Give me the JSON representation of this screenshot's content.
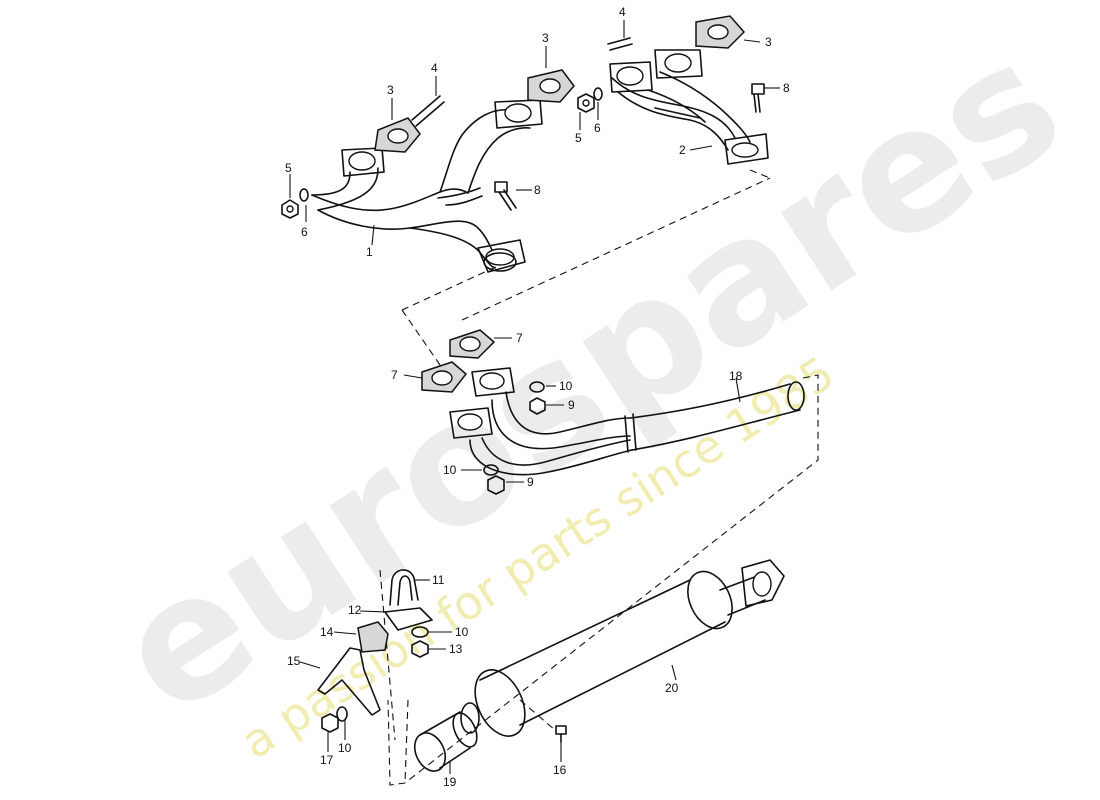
{
  "watermark": {
    "brand": "eurospares",
    "tagline": "a passion for parts since 1985"
  },
  "callouts": {
    "c1": "1",
    "c2": "2",
    "c3a": "3",
    "c3b": "3",
    "c3c": "3",
    "c4a": "4",
    "c4b": "4",
    "c5a": "5",
    "c5b": "5",
    "c6a": "6",
    "c6b": "6",
    "c7a": "7",
    "c7b": "7",
    "c8a": "8",
    "c8b": "8",
    "c9a": "9",
    "c9b": "9",
    "c10a": "10",
    "c10b": "10",
    "c10c": "10",
    "c10d": "10",
    "c11": "11",
    "c12": "12",
    "c13": "13",
    "c14": "14",
    "c15": "15",
    "c16": "16",
    "c17": "17",
    "c18": "18",
    "c19": "19",
    "c20": "20"
  }
}
